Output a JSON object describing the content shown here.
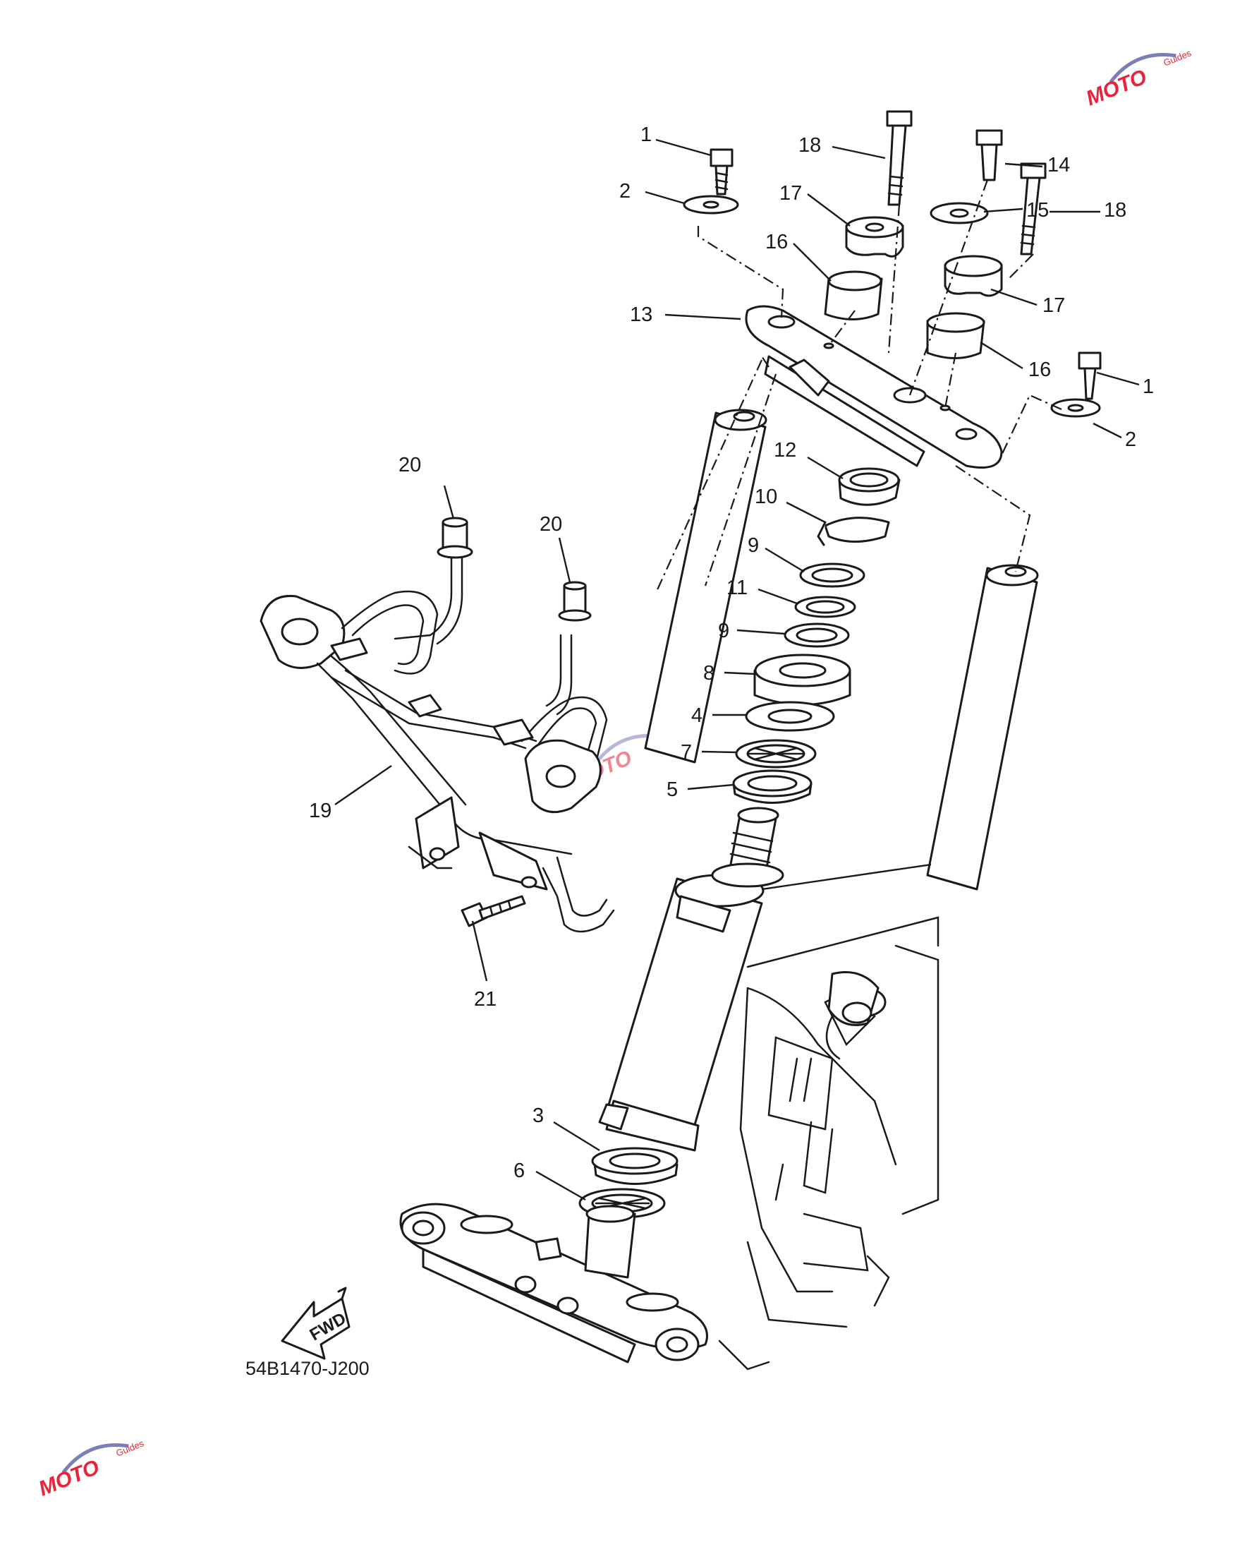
{
  "diagram_code": "54B1470-J200",
  "fwd_label": "FWD",
  "watermark": {
    "text": "MOTO",
    "sub": "Guides",
    "color": "#e8233a",
    "accent": "#7a7fb8"
  },
  "callouts": [
    {
      "id": "1a",
      "label": "1"
    },
    {
      "id": "2a",
      "label": "2"
    },
    {
      "id": "18a",
      "label": "18"
    },
    {
      "id": "17a",
      "label": "17"
    },
    {
      "id": "16a",
      "label": "16"
    },
    {
      "id": "13",
      "label": "13"
    },
    {
      "id": "14",
      "label": "14"
    },
    {
      "id": "15",
      "label": "15"
    },
    {
      "id": "18b",
      "label": "18"
    },
    {
      "id": "17b",
      "label": "17"
    },
    {
      "id": "16b",
      "label": "16"
    },
    {
      "id": "1b",
      "label": "1"
    },
    {
      "id": "2b",
      "label": "2"
    },
    {
      "id": "12",
      "label": "12"
    },
    {
      "id": "10",
      "label": "10"
    },
    {
      "id": "9a",
      "label": "9"
    },
    {
      "id": "11",
      "label": "11"
    },
    {
      "id": "9b",
      "label": "9"
    },
    {
      "id": "8",
      "label": "8"
    },
    {
      "id": "4",
      "label": "4"
    },
    {
      "id": "7",
      "label": "7"
    },
    {
      "id": "5",
      "label": "5"
    },
    {
      "id": "20a",
      "label": "20"
    },
    {
      "id": "20b",
      "label": "20"
    },
    {
      "id": "19",
      "label": "19"
    },
    {
      "id": "21",
      "label": "21"
    },
    {
      "id": "3",
      "label": "3"
    },
    {
      "id": "6",
      "label": "6"
    }
  ]
}
